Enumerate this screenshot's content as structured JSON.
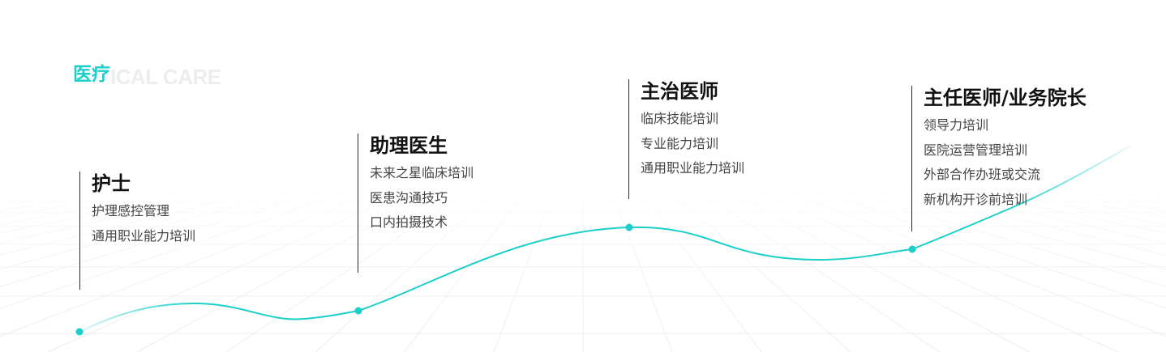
{
  "brand": {
    "title": "医疗",
    "ghost_text": "ICAL CARE"
  },
  "colors": {
    "accent": "#1ccfc9",
    "title": "#111111",
    "item": "#444444",
    "grid": "#ececec"
  },
  "stages": [
    {
      "title": "护士",
      "items": [
        "护理感控管理",
        "通用职业能力培训"
      ]
    },
    {
      "title": "助理医生",
      "items": [
        "未来之星临床培训",
        "医患沟通技巧",
        "口内拍摄技术"
      ]
    },
    {
      "title": "主治医师",
      "items": [
        "临床技能培训",
        "专业能力培训",
        "通用职业能力培训"
      ]
    },
    {
      "title": "主任医师/业务院长",
      "items": [
        "领导力培训",
        "医院运营管理培训",
        "外部合作办班或交流",
        "新机构开诊前培训"
      ]
    }
  ]
}
